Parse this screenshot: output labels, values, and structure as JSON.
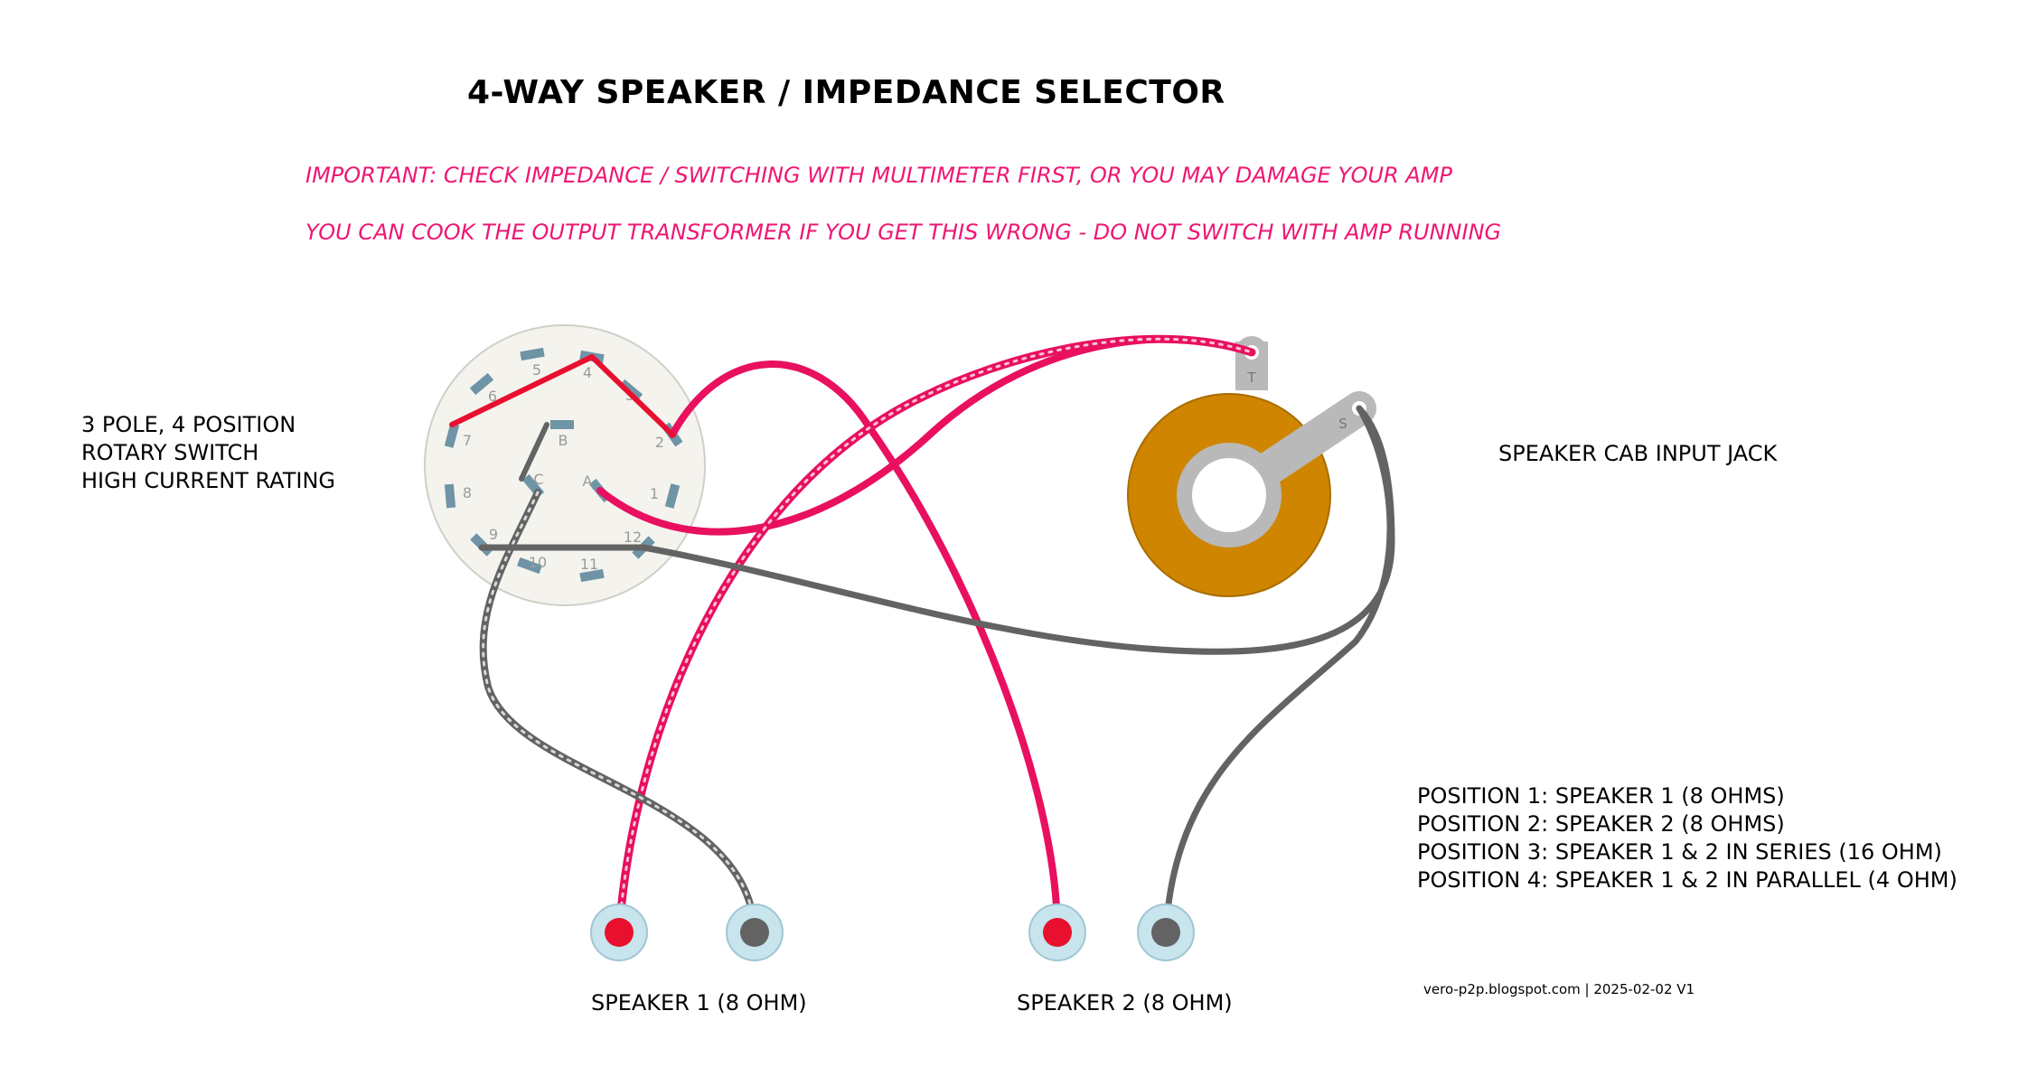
{
  "title": "4-WAY SPEAKER / IMPEDANCE SELECTOR",
  "warnings": [
    "IMPORTANT:  CHECK IMPEDANCE / SWITCHING WITH MULTIMETER FIRST, OR YOU MAY DAMAGE YOUR AMP",
    "YOU CAN COOK THE OUTPUT TRANSFORMER IF YOU GET THIS WRONG - DO NOT SWITCH WITH AMP RUNNING"
  ],
  "switch_label": [
    "3 POLE, 4 POSITION",
    "ROTARY SWITCH",
    "HIGH CURRENT RATING"
  ],
  "jack_label": "SPEAKER CAB INPUT JACK",
  "jack_lugs": {
    "tip": "T",
    "sleeve": "S"
  },
  "switch_lugs": {
    "outer": [
      "1",
      "2",
      "3",
      "4",
      "5",
      "6",
      "7",
      "8",
      "9",
      "10",
      "11",
      "12"
    ],
    "poles": [
      "A",
      "B",
      "C"
    ]
  },
  "speakers": [
    "SPEAKER 1 (8 OHM)",
    "SPEAKER 2 (8 OHM)"
  ],
  "positions": [
    "POSITION 1: SPEAKER 1 (8 OHMS)",
    "POSITION 2: SPEAKER 2 (8 OHMS)",
    "POSITION 3: SPEAKER 1 & 2 IN SERIES (16 OHM)",
    "POSITION 4: SPEAKER 1 & 2 IN PARALLEL (4 OHM)"
  ],
  "credit": "vero-p2p.blogspot.com  |  2025-02-02 V1",
  "colors": {
    "wire_hot": "#e8105f",
    "wire_red": "#e8102e",
    "wire_ground": "#636363",
    "switch_body": "#f4f3ee",
    "lug": "#6e94a6",
    "jack_body": "#cf8500",
    "jack_lug": "#b9b9b9",
    "terminal": "#c8e4ed",
    "warning_text": "#ee1773"
  }
}
